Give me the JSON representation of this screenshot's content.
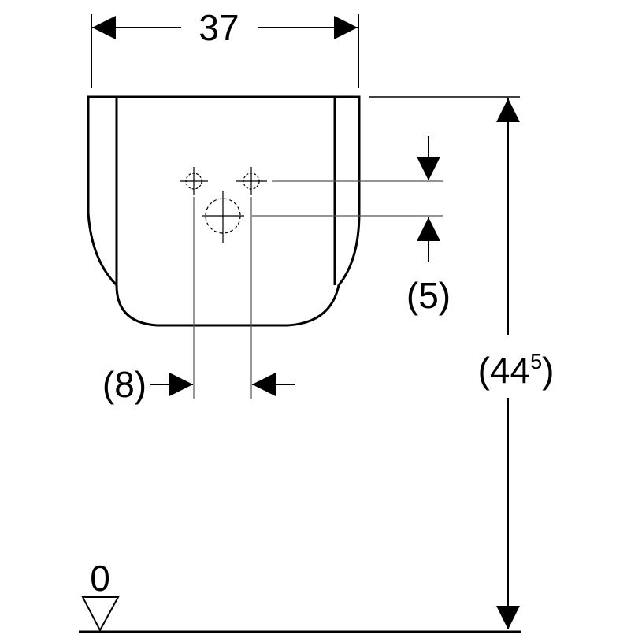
{
  "dimensions": {
    "width": "37",
    "height_main": "(44",
    "height_sup": "5",
    "height_close": ")",
    "hole_vertical": "(5)",
    "hole_horizontal": "(8)",
    "floor_level": "0"
  },
  "colors": {
    "line": "#000000",
    "thin_line": "#555555",
    "background": "#ffffff"
  }
}
